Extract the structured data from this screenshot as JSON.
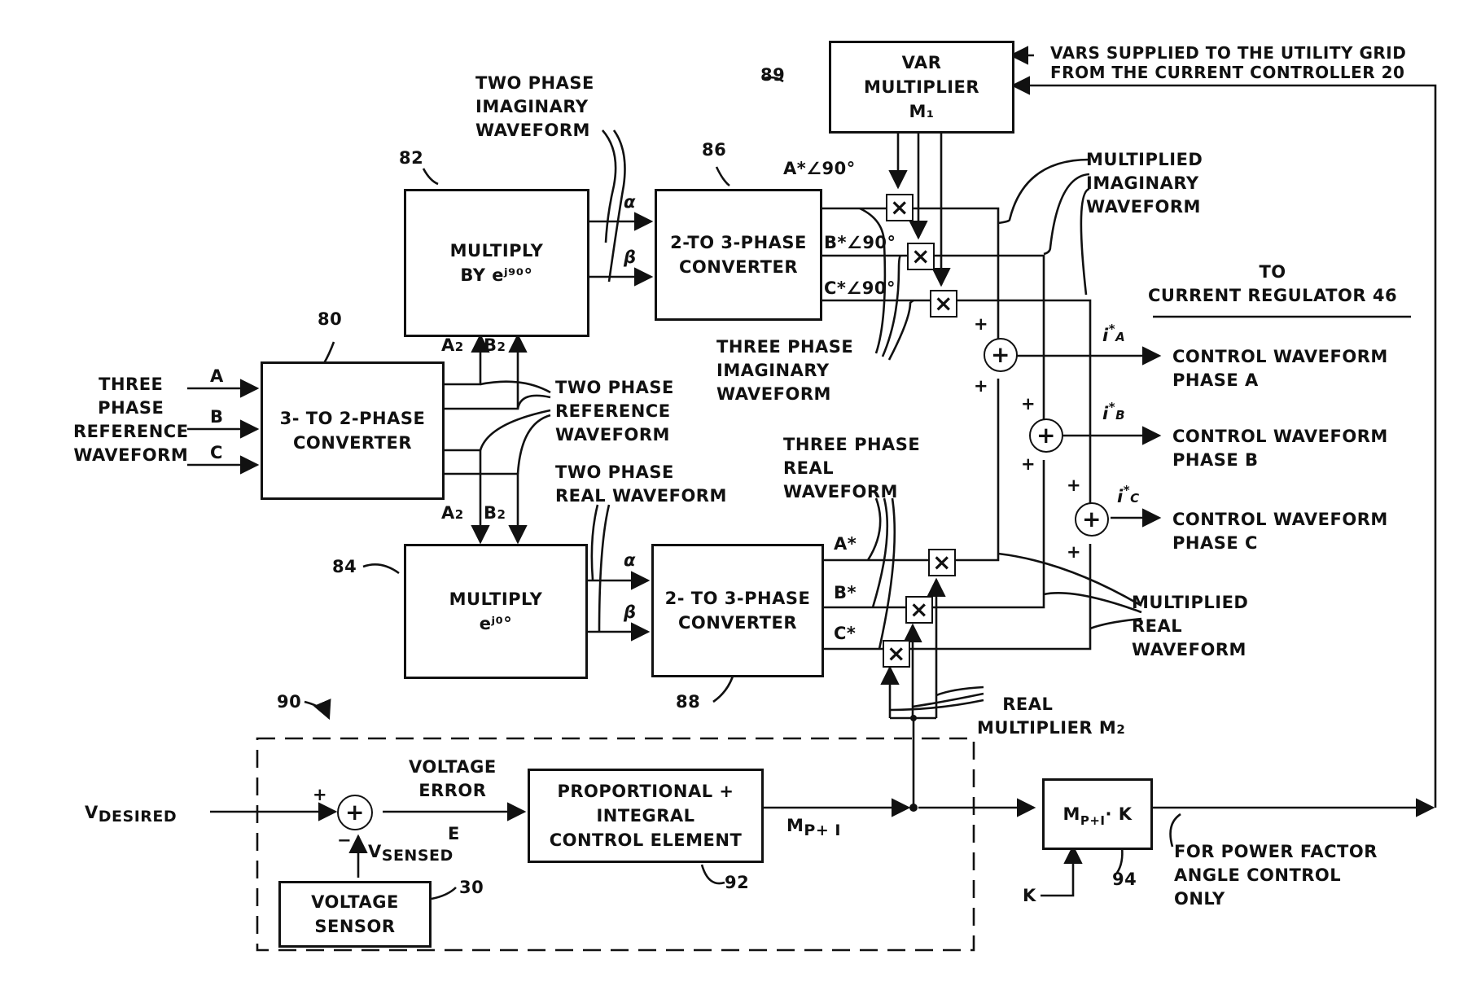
{
  "labels": {
    "var_note": "VARS SUPPLIED TO THE UTILITY GRID\nFROM THE CURRENT CONTROLLER 20",
    "ref_89": "89",
    "ref_82": "82",
    "ref_86": "86",
    "ref_80": "80",
    "ref_84": "84",
    "ref_88": "88",
    "ref_90": "90",
    "ref_92": "92",
    "ref_94": "94",
    "ref_30": "30",
    "two_phase_imag": "TWO PHASE\nIMAGINARY\nWAVEFORM",
    "mult_imag": "MULTIPLIED\nIMAGINARY\nWAVEFORM",
    "to_current_reg": "TO\nCURRENT REGULATOR 46",
    "three_phase_ref": "THREE\nPHASE\nREFERENCE\nWAVEFORM",
    "in_a": "A",
    "in_b": "B",
    "in_c": "C",
    "two_phase_ref": "TWO PHASE\nREFERENCE\nWAVEFORM",
    "three_phase_imag": "THREE PHASE\nIMAGINARY\nWAVEFORM",
    "two_phase_real": "TWO PHASE\nREAL WAVEFORM",
    "three_phase_real": "THREE PHASE\nREAL\nWAVEFORM",
    "mult_real": "MULTIPLIED\nREAL\nWAVEFORM",
    "real_mult": "REAL\nMULTIPLIER M",
    "real_mult_sub": "2",
    "a2_top": "A",
    "b2_top": "B",
    "a2_bot": "A",
    "b2_bot": "B",
    "sub2": "2",
    "alpha": "α",
    "beta": "β",
    "a_star_90": "A*∠90°",
    "b_star_90": "B*∠90°",
    "c_star_90": "C*∠90°",
    "a_star": "A*",
    "b_star": "B*",
    "c_star": "C*",
    "ia": "i",
    "ia_sub": "A",
    "ib": "i",
    "ib_sub": "B",
    "ic": "i",
    "ic_sub": "C",
    "star": "*",
    "ctrl_a": "CONTROL WAVEFORM\nPHASE A",
    "ctrl_b": "CONTROL WAVEFORM\nPHASE B",
    "ctrl_c": "CONTROL WAVEFORM\nPHASE C",
    "plus": "+",
    "minus": "−",
    "v_desired": "V",
    "v_desired_sub": "DESIRED",
    "v_sensed": "V",
    "v_sensed_sub": "SENSED",
    "voltage_error": "VOLTAGE\nERROR",
    "e_label": "E",
    "m_pi": "M",
    "m_pi_sub": "P+ I",
    "k_label": "K",
    "power_factor_note": "FOR POWER FACTOR\nANGLE CONTROL\nONLY"
  },
  "blocks": {
    "var_multiplier": "VAR\nMULTIPLIER\nM₁",
    "multiply_90": "MULTIPLY\nBY eʲ⁹⁰°",
    "converter_86": "2-TO 3-PHASE\nCONVERTER",
    "converter_80": "3- TO 2-PHASE\nCONVERTER",
    "multiply_0": "MULTIPLY\neʲ⁰°",
    "converter_88": "2- TO 3-PHASE\nCONVERTER",
    "pi_element": "PROPORTIONAL +\nINTEGRAL\nCONTROL ELEMENT",
    "voltage_sensor": "VOLTAGE\nSENSOR",
    "mpik": "M",
    "mpik_sub": "P+I",
    "mpik_tail": "· K"
  },
  "symbols": {
    "multiplier": "×",
    "summer": "+"
  }
}
